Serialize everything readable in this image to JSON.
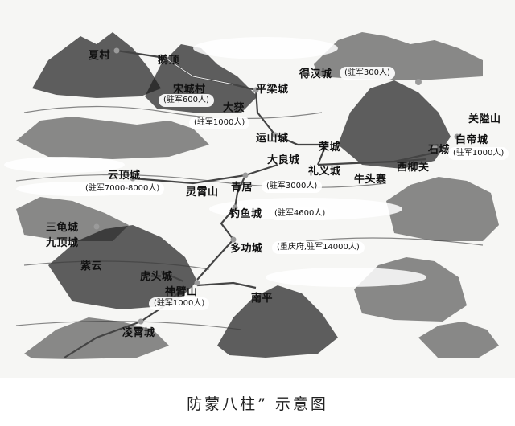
{
  "caption": "防蒙八柱” 示意图",
  "places": {
    "xiacun": "夏村",
    "eding": "鹅顶",
    "xiaochengcun": "宋城村",
    "pingliangcheng": "平梁城",
    "dahuo": "大获",
    "dehancheng": "得汉城",
    "guanyushan": "关隘山",
    "yunshancheng": "运山城",
    "rongcheng": "荣城",
    "shicheng": "石城",
    "baidicheng": "白帝城",
    "daliangcheng": "大良城",
    "liyicheng": "礼义城",
    "xiliuguan": "西柳关",
    "niutouzhai": "牛头寨",
    "yundingcheng": "云顶城",
    "lingxiaoshan": "灵霄山",
    "qingju": "青居",
    "diaoyucheng": "钓鱼城",
    "sanguicheng": "三龟城",
    "jiudingcheng": "九顶城",
    "zhiyun": "紫云",
    "duogongcheng": "多功城",
    "hutoucheng": "虎头城",
    "shenbishan": "神臂山",
    "nanping": "南平",
    "lingxiaocheng": "凌霄城"
  },
  "garrisons": {
    "xiaochengcun": "(驻军600人)",
    "dahuo": "(驻军1000人)",
    "dehancheng": "(驻军300人)",
    "baidicheng": "(驻军1000人)",
    "yundingcheng": "(驻军7000-8000人)",
    "qingju": "(驻军3000人)",
    "diaoyucheng": "(驻军4600人)",
    "duogongcheng": "(重庆府,驻军14000人)",
    "shenbishan": "(驻军1000人)"
  }
}
